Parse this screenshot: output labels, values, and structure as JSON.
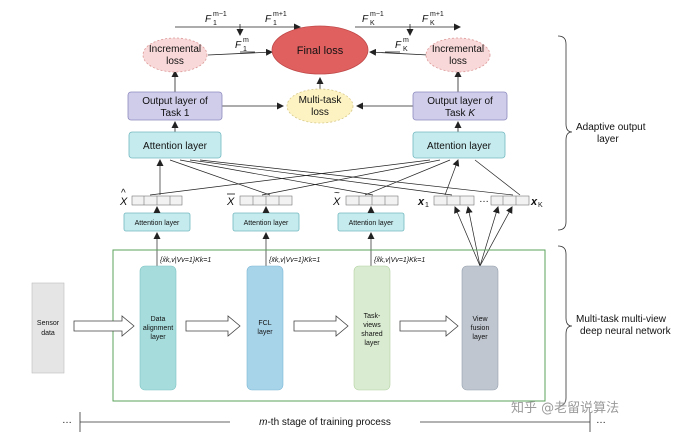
{
  "top_labels": {
    "f1_prev": "F",
    "f1_prev_sup": "m−1",
    "f1_prev_sub": "1",
    "f1_next": "F",
    "f1_next_sup": "m+1",
    "f1_next_sub": "1",
    "f1_cur": "F",
    "f1_cur_sup": "m",
    "f1_cur_sub": "1",
    "fk_prev": "F",
    "fk_prev_sup": "m−1",
    "fk_prev_sub": "K",
    "fk_next": "F",
    "fk_next_sup": "m+1",
    "fk_next_sub": "K",
    "fk_cur": "F",
    "fk_cur_sup": "m",
    "fk_cur_sub": "K"
  },
  "nodes": {
    "final_loss": "Final loss",
    "incremental_loss_line1": "Incremental",
    "incremental_loss_line2": "loss",
    "output_task1_line1": "Output layer of",
    "output_task1_line2": "Task 1",
    "output_taskk_line1": "Output layer of",
    "output_taskk_line2": "Task ",
    "output_taskk_italic": "K",
    "multitask_loss_line1": "Multi-task",
    "multitask_loss_line2": "loss",
    "attention_layer": "Attention layer",
    "sensor_line1": "Sensor",
    "sensor_line2": "data",
    "data_align_line1": "Data",
    "data_align_line2": "alignment",
    "data_align_line3": "layer",
    "fcl_line1": "FCL",
    "fcl_line2": "layer",
    "task_views_line1": "Task-",
    "task_views_line2": "views",
    "task_views_line3": "shared",
    "task_views_line4": "layer",
    "view_fusion_line1": "View",
    "view_fusion_line2": "fusion",
    "view_fusion_line3": "layer"
  },
  "vectors": {
    "x_hat": "X",
    "x_bar": "X",
    "x_tilde": "X",
    "x1": "x",
    "x1_sub": "1",
    "xk": "x",
    "xk_sub": "K",
    "ellipsis": "…"
  },
  "set_labels": {
    "hat": "{x̂k,v|Vv=1}Kk=1",
    "bar": "{x̄k,v|Vv=1}Kk=1",
    "tilde": "{x̃k,v|Vv=1}Kk=1"
  },
  "brackets": {
    "adaptive_line1": "Adaptive output",
    "adaptive_line2": "layer",
    "multitask_line1": "Multi-task multi-view",
    "multitask_line2": "deep neural network"
  },
  "footer": {
    "left_ellipsis": "…",
    "right_ellipsis": "…",
    "stage_italic": "m",
    "stage_text": "-th stage of training process"
  },
  "watermark": "知乎 @老留说算法",
  "colors": {
    "final_loss": "#e06060",
    "incremental_loss": "#f8d8d8",
    "output_layer": "#cfcdea",
    "multitask_loss": "#fdf3c2",
    "attention": "#c6ebee",
    "data_align": "#a6dcdc",
    "fcl": "#a8d4ea",
    "task_views": "#d9ebd0",
    "view_fusion": "#bfc6d0",
    "sensor": "#e5e5e5",
    "network_border": "#5aa35a"
  }
}
